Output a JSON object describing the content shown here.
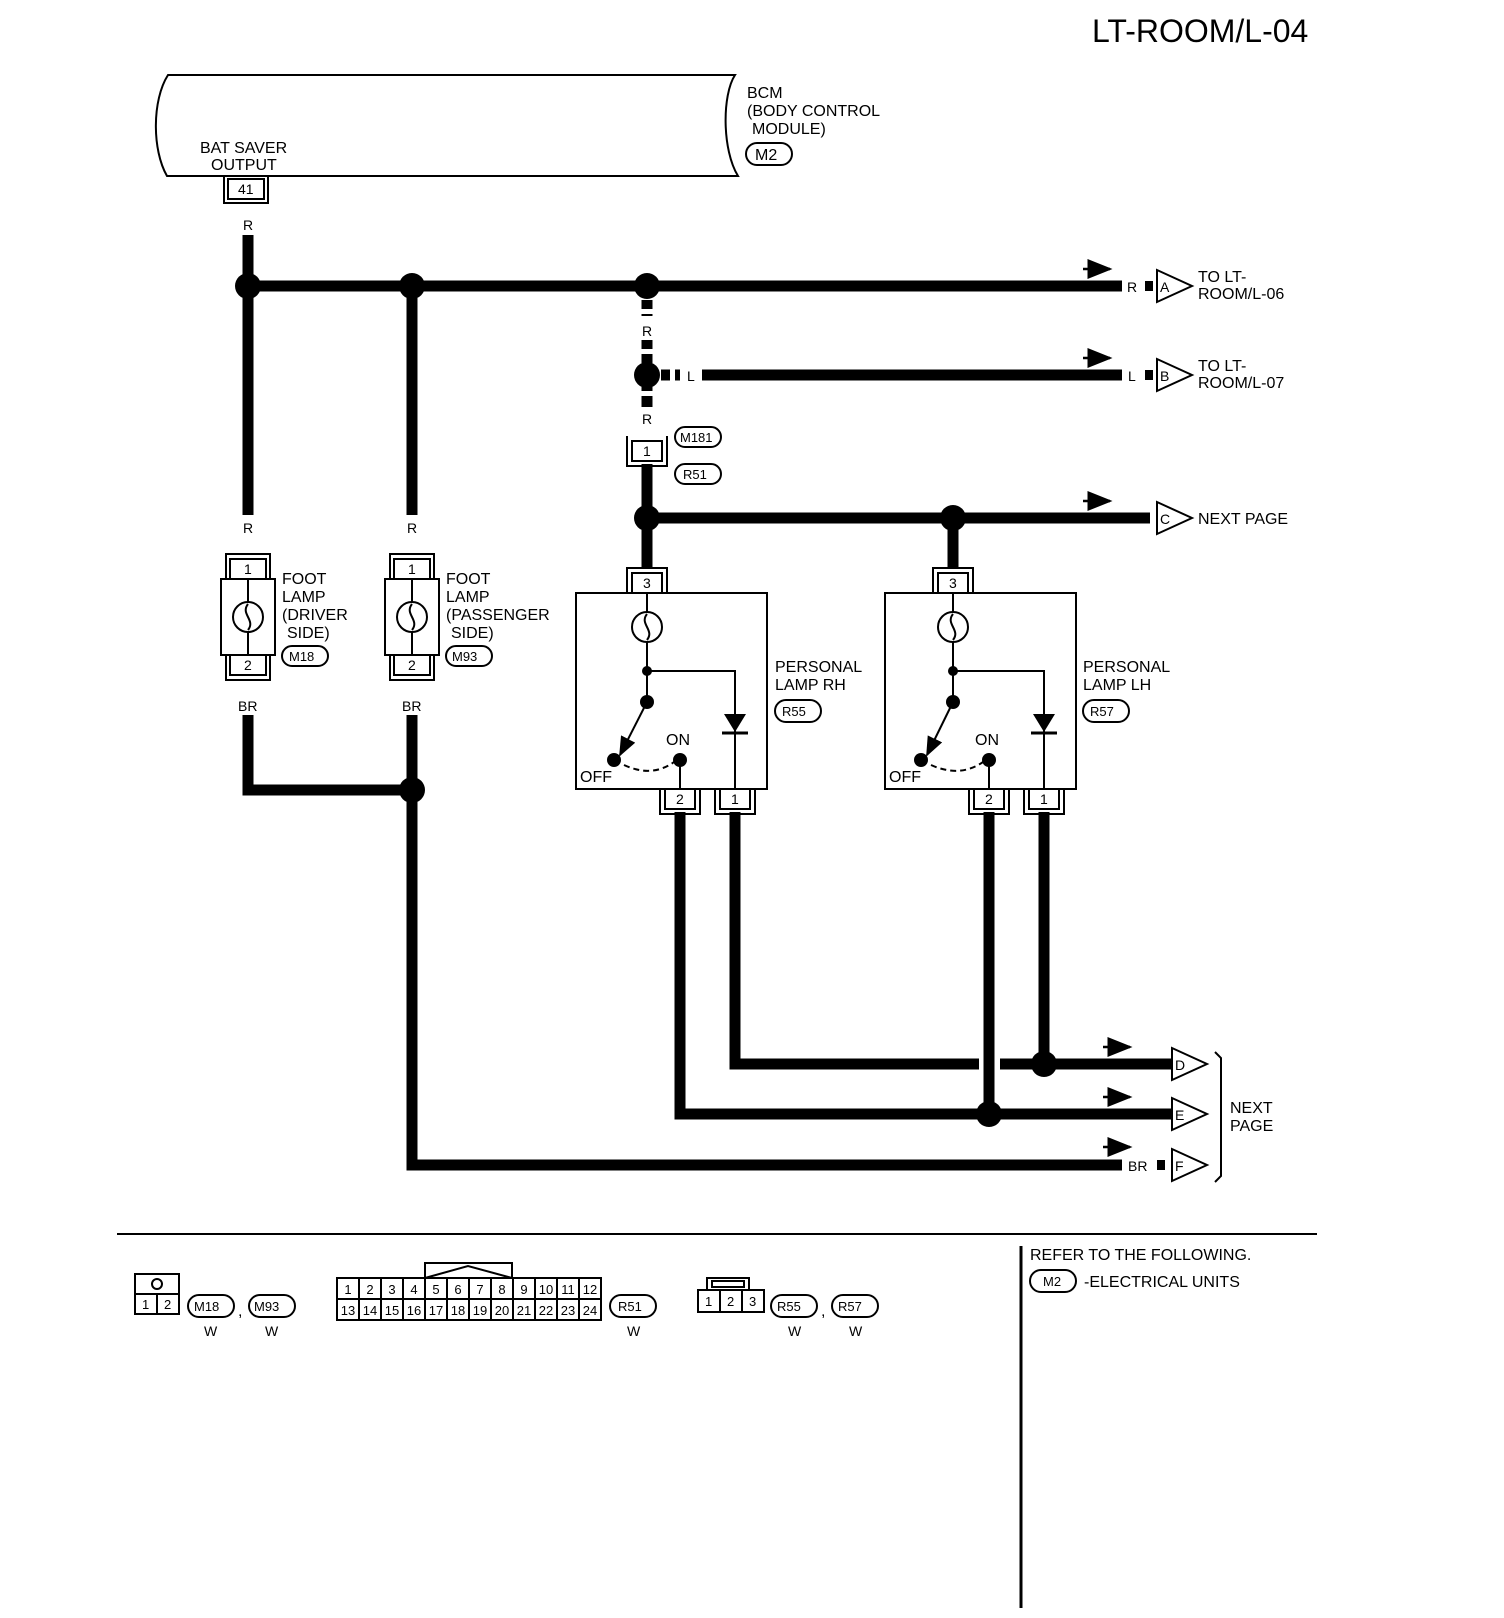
{
  "title": "LT-ROOM/L-04",
  "bcm": {
    "name": "BCM",
    "desc1": "(BODY CONTROL",
    "desc2": "MODULE)",
    "connector": "M2",
    "terminal_label1": "BAT SAVER",
    "terminal_label2": "OUTPUT",
    "terminal": "41"
  },
  "wire_colors": {
    "red": "R",
    "blue": "L",
    "brown": "BR"
  },
  "outputs": {
    "a": {
      "letter": "A",
      "dest1": "TO LT-",
      "dest2": "ROOM/L-06"
    },
    "b": {
      "letter": "B",
      "dest1": "TO LT-",
      "dest2": "ROOM/L-07"
    },
    "c": {
      "letter": "C",
      "dest": "NEXT PAGE"
    },
    "d": {
      "letter": "D"
    },
    "e": {
      "letter": "E"
    },
    "f": {
      "letter": "F"
    },
    "def_label1": "NEXT",
    "def_label2": "PAGE"
  },
  "joint": {
    "conn_top": "M181",
    "conn_bottom": "R51",
    "terminal": "1"
  },
  "foot_driver": {
    "l1": "FOOT",
    "l2": "LAMP",
    "l3": "(DRIVER",
    "l4": "SIDE)",
    "connector": "M18",
    "pin_top": "1",
    "pin_bottom": "2"
  },
  "foot_pass": {
    "l1": "FOOT",
    "l2": "LAMP",
    "l3": "(PASSENGER",
    "l4": "SIDE)",
    "connector": "M93",
    "pin_top": "1",
    "pin_bottom": "2"
  },
  "lamp_rh": {
    "l1": "PERSONAL",
    "l2": "LAMP RH",
    "connector": "R55",
    "pin_in": "3",
    "pin_sw": "2",
    "pin_diode": "1",
    "on": "ON",
    "off": "OFF"
  },
  "lamp_lh": {
    "l1": "PERSONAL",
    "l2": "LAMP LH",
    "connector": "R57",
    "pin_in": "3",
    "pin_sw": "2",
    "pin_diode": "1",
    "on": "ON",
    "off": "OFF"
  },
  "legend": {
    "c1_pins": [
      "1",
      "2"
    ],
    "c1_conns": [
      "M18",
      "M93"
    ],
    "c1_colors": [
      "W",
      "W"
    ],
    "c2_row1": [
      "1",
      "2",
      "3",
      "4",
      "5",
      "6",
      "7",
      "8",
      "9",
      "10",
      "11",
      "12"
    ],
    "c2_row2": [
      "13",
      "14",
      "15",
      "16",
      "17",
      "18",
      "19",
      "20",
      "21",
      "22",
      "23",
      "24"
    ],
    "c2_conn": "R51",
    "c2_color": "W",
    "c3_pins": [
      "1",
      "2",
      "3"
    ],
    "c3_conns": [
      "R55",
      "R57"
    ],
    "c3_colors": [
      "W",
      "W"
    ],
    "sep": ",",
    "refer": "REFER TO THE FOLLOWING.",
    "refer_conn": "M2",
    "refer_desc": "-ELECTRICAL UNITS"
  }
}
